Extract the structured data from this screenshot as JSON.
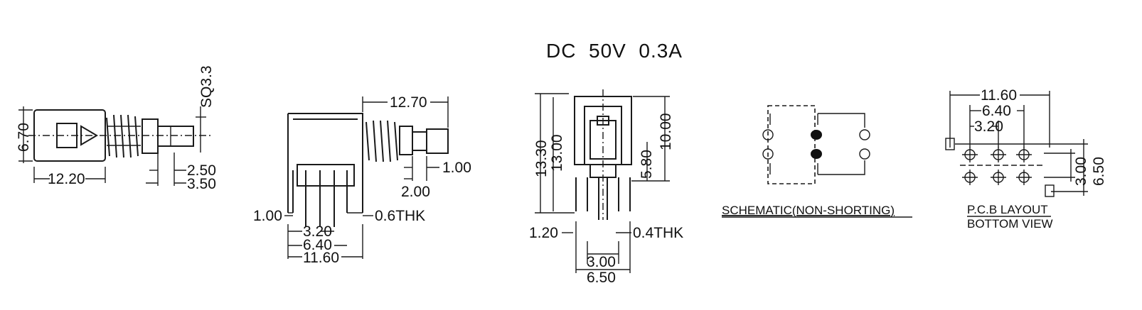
{
  "title": "DC  50V  0.3A",
  "side_view": {
    "sq": "SQ3.3",
    "h": "6.70",
    "len": "12.20",
    "d1": "2.50",
    "d2": "3.50"
  },
  "front_view": {
    "len": "12.70",
    "d1": "1.00",
    "d2": "2.00",
    "pin_w": "1.00",
    "thk": "0.6THK",
    "p1": "3.20",
    "p2": "6.40",
    "p3": "11.60"
  },
  "end_view": {
    "h1": "13.30",
    "h2": "13.00",
    "h3": "10.00",
    "h4": "5.80",
    "pin_w": "1.20",
    "thk": "0.4THK",
    "w1": "3.00",
    "w2": "6.50"
  },
  "schematic": {
    "label": "SCHEMATIC(NON-SHORTING)"
  },
  "pcb": {
    "w1": "11.60",
    "w2": "6.40",
    "w3": "3.20",
    "h1": "3.00",
    "h2": "6.50",
    "label1": "P.C.B LAYOUT",
    "label2": "BOTTOM VIEW"
  }
}
